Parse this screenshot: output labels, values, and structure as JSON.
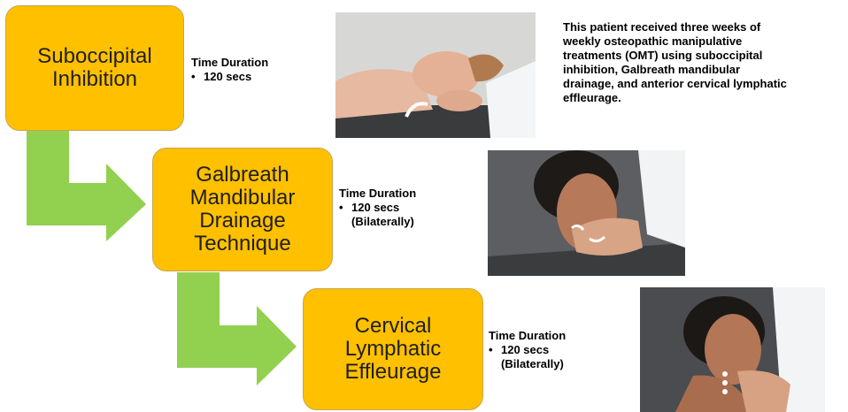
{
  "steps": [
    {
      "label": "Suboccipital\nInhibition",
      "duration_title": "Time Duration",
      "duration_lines": [
        "120 secs"
      ]
    },
    {
      "label": "Galbreath\nMandibular\nDrainage\nTechnique",
      "duration_title": "Time Duration",
      "duration_lines": [
        "120 secs",
        "(Bilaterally)"
      ]
    },
    {
      "label": "Cervical\nLymphatic\nEffleurage",
      "duration_title": "Time Duration",
      "duration_lines": [
        "120 secs",
        "(Bilaterally)"
      ]
    }
  ],
  "description": [
    "This patient received three weeks of",
    "weekly osteopathic manipulative",
    "treatments (OMT) using suboccipital",
    "inhibition, Galbreath mandibular",
    "drainage, and anterior cervical lymphatic",
    "effleurage."
  ],
  "bullet": "•",
  "colors": {
    "box_fill": "#FFC000",
    "arrow_fill": "#92D050",
    "text": "#000000"
  }
}
